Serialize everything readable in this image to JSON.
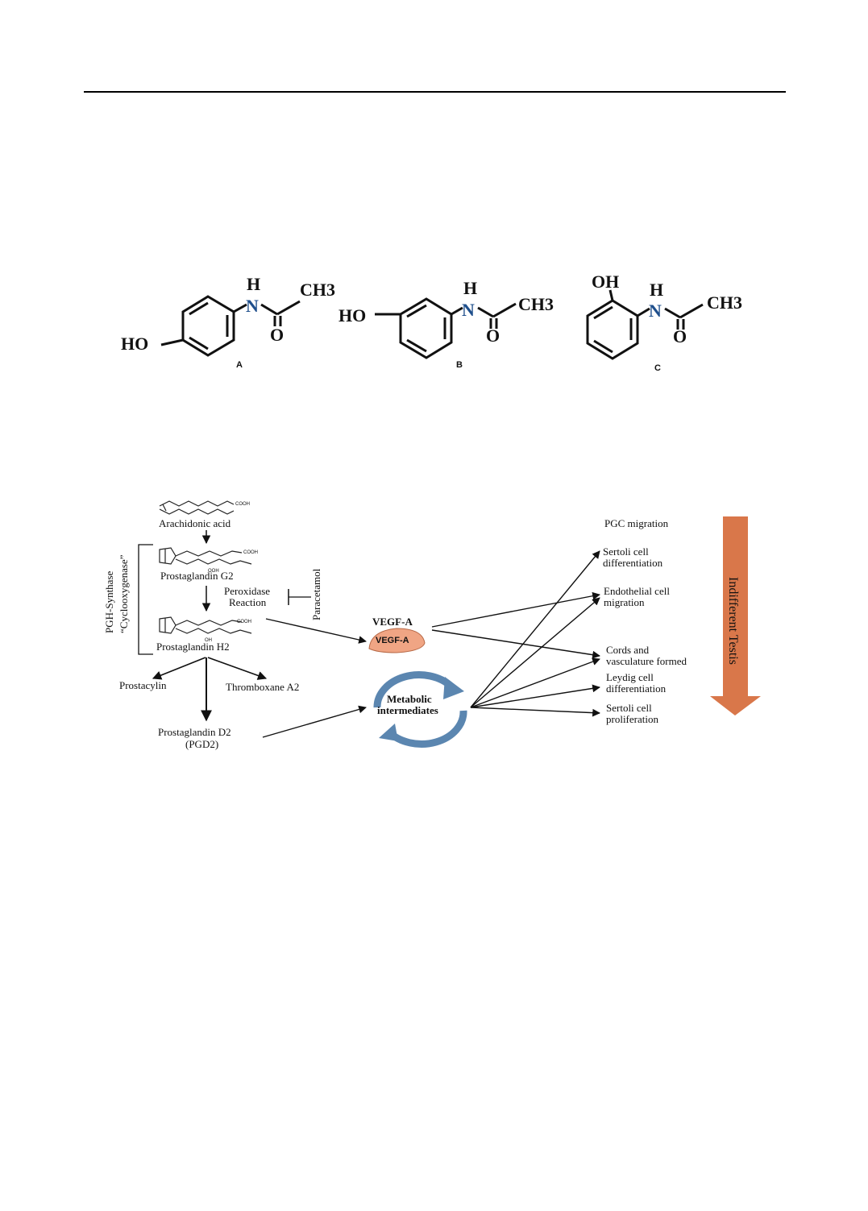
{
  "structures": [
    {
      "label": "A",
      "oh": "HO",
      "h": "H",
      "n": "N",
      "o": "O",
      "ch3": "CH3"
    },
    {
      "label": "B",
      "oh": "HO",
      "h": "H",
      "n": "N",
      "o": "O",
      "ch3": "CH3"
    },
    {
      "label": "C",
      "oh": "OH",
      "h": "H",
      "n": "N",
      "o": "O",
      "ch3": "CH3"
    }
  ],
  "pathway": {
    "arachidonic_acid": "Arachidonic acid",
    "pgg2": "Prostaglandin G2",
    "pgh2": "Prostaglandin  H2",
    "cooh": "COOH",
    "ooh": "OOH",
    "oh": "OH",
    "peroxidase_line1": "Peroxidase",
    "peroxidase_line2": "Reaction",
    "inhibitor": "Paracetamol",
    "synthase_line1": "PGH-Synthase",
    "synthase_line2": "“Cyclooxygenase”",
    "prostacyclin": "Prostacylin",
    "thromboxane": "Thromboxane A2",
    "pgd2_line1": "Prostaglandin D2",
    "pgd2_line2": "(PGD2)",
    "vegf_title": "VEGF-A",
    "vegf_badge": "VEGF-A",
    "metab_line1": "Metabolic",
    "metab_line2": "intermediates"
  },
  "outcomes": [
    {
      "l1": "PGC migration",
      "l2": ""
    },
    {
      "l1": "Sertoli cell",
      "l2": "differentiation"
    },
    {
      "l1": "Endothelial cell",
      "l2": "migration"
    },
    {
      "l1": "Cords and",
      "l2": "vasculature formed"
    },
    {
      "l1": "Leydig cell",
      "l2": "differentiation"
    },
    {
      "l1": "Sertoli cell",
      "l2": "proliferation"
    }
  ],
  "side_arrow_label": "Indifferent Testis",
  "colors": {
    "vegf_badge": "#f0a584",
    "cycle_arrow": "#5b86b0",
    "testis_arrow": "#d9774a",
    "nitrogen": "#1f4f8c"
  }
}
